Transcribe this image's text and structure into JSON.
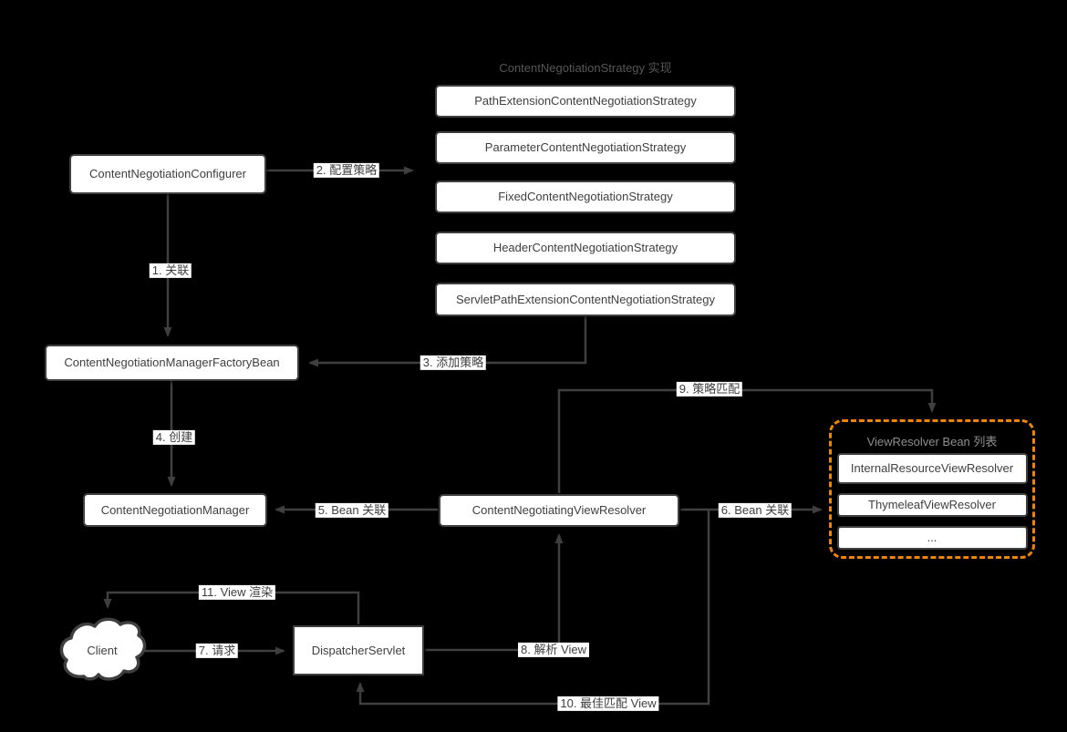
{
  "heading": "ContentNegotiationStrategy 实现",
  "colors": {
    "background": "#000000",
    "box_fill": "#ffffff",
    "box_border": "#3f3f3f",
    "line": "#3f3f3f",
    "text": "#3f3f3f",
    "accent_orange": "#ee8408",
    "heading_gray": "#565656",
    "group_title_gray": "#8f8f8f"
  },
  "strategies": [
    "PathExtensionContentNegotiationStrategy",
    "ParameterContentNegotiationStrategy",
    "FixedContentNegotiationStrategy",
    "HeaderContentNegotiationStrategy",
    "ServletPathExtensionContentNegotiationStrategy"
  ],
  "nodes": {
    "configurer": "ContentNegotiationConfigurer",
    "factory_bean": "ContentNegotiationManagerFactoryBean",
    "manager": "ContentNegotiationManager",
    "negotiating_view_resolver": "ContentNegotiatingViewResolver",
    "dispatcher_servlet": "DispatcherServlet",
    "client": "Client"
  },
  "view_resolver_group": {
    "title": "ViewResolver Bean 列表",
    "items": [
      "InternalResourceViewResolver",
      "ThymeleafViewResolver",
      "..."
    ]
  },
  "edges": {
    "e1": {
      "label": "1. 关联"
    },
    "e2": {
      "label": "2. 配置策略"
    },
    "e3": {
      "label": "3. 添加策略"
    },
    "e4": {
      "label": "4. 创建"
    },
    "e5": {
      "label": "5. Bean 关联"
    },
    "e6": {
      "label": "6. Bean 关联"
    },
    "e7": {
      "label": "7. 请求"
    },
    "e8": {
      "label": "8. 解析 View"
    },
    "e9": {
      "label": "9. 策略匹配"
    },
    "e10": {
      "label": "10. 最佳匹配 View"
    },
    "e11": {
      "label": "11. View 渲染"
    }
  }
}
